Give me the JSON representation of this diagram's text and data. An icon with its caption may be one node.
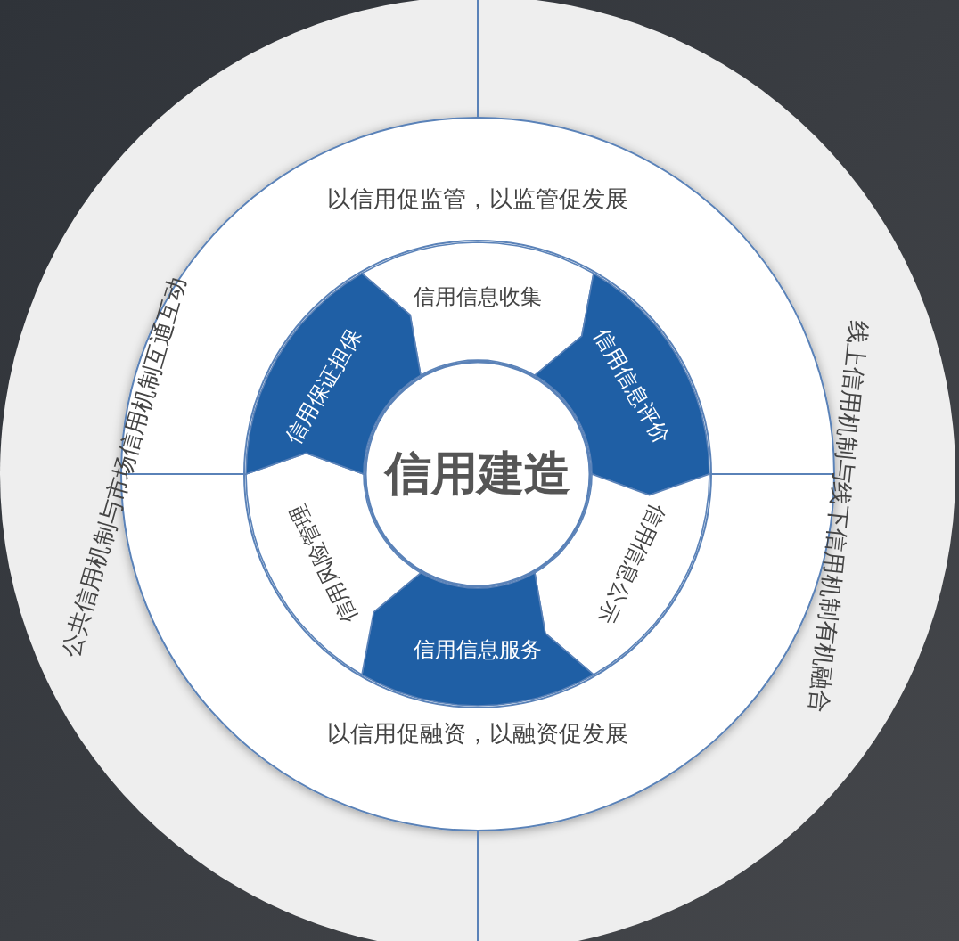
{
  "diagram": {
    "nodes": [
      {
        "text": [
          "信用建造"
        ]
      },
      {
        "text": [
          "信用信息收集"
        ]
      },
      {
        "text": [
          "信用信息评价"
        ]
      },
      {
        "text": [
          "信用信息公示"
        ]
      },
      {
        "text": [
          "信用信息服务"
        ]
      },
      {
        "text": [
          "信用风险管理"
        ]
      },
      {
        "text": [
          "信用保证担保"
        ]
      }
    ],
    "labels": [
      "以信用促监管，以监管促发展",
      "公共信用机制与市场信用机制互通互动",
      "线上信用机制与线下信用机制有机融合",
      "以信用促融资，以融资促发展"
    ]
  }
}
